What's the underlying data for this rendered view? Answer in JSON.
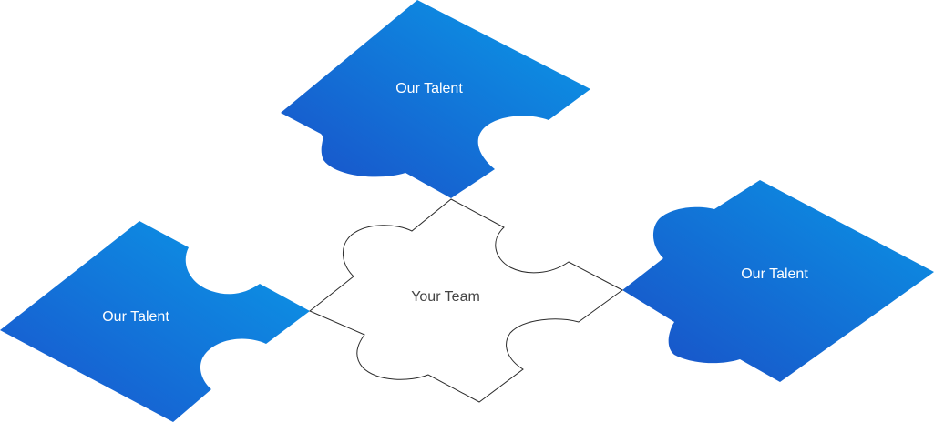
{
  "center": {
    "label": "Your Team"
  },
  "talent_pieces": [
    {
      "label": "Our Talent"
    },
    {
      "label": "Our Talent"
    },
    {
      "label": "Our Talent"
    }
  ],
  "colors": {
    "gradient_light": "#0a9be8",
    "gradient_dark": "#1a4fc8",
    "outline": "#2b2b2b",
    "center_fill": "#ffffff",
    "label_light": "#ffffff",
    "label_dark": "#444444"
  }
}
